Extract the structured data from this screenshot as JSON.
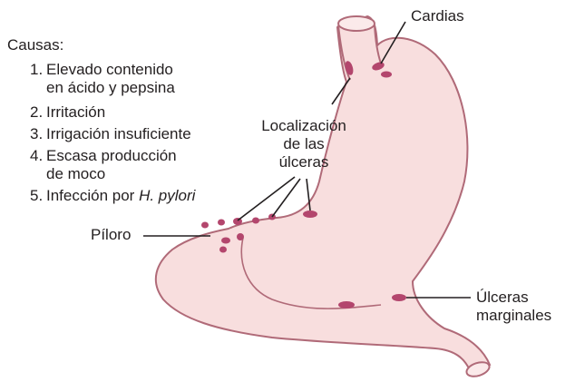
{
  "labels": {
    "cardias": "Cardias",
    "localizacion": [
      "Localización",
      "de las",
      "úlceras"
    ],
    "piloro": "Píloro",
    "ulceras_marginales": [
      "Úlceras",
      "marginales"
    ]
  },
  "causes": {
    "title": "Causas:",
    "items": [
      {
        "number": "1.",
        "lines": [
          "Elevado contenido",
          "en ácido y pepsina"
        ]
      },
      {
        "number": "2.",
        "lines": [
          "Irritación"
        ]
      },
      {
        "number": "3.",
        "lines": [
          "Irrigación insuficiente"
        ]
      },
      {
        "number": "4.",
        "lines": [
          "Escasa producción",
          "de moco"
        ]
      },
      {
        "number": "5.",
        "lines": [
          "Infección por "
        ],
        "italic": "H. pylori"
      }
    ]
  },
  "colors": {
    "stomach_fill": "#f8dede",
    "stomach_outline": "#b06a78",
    "ulcer": "#b3466d",
    "leader_line": "#231f20"
  }
}
